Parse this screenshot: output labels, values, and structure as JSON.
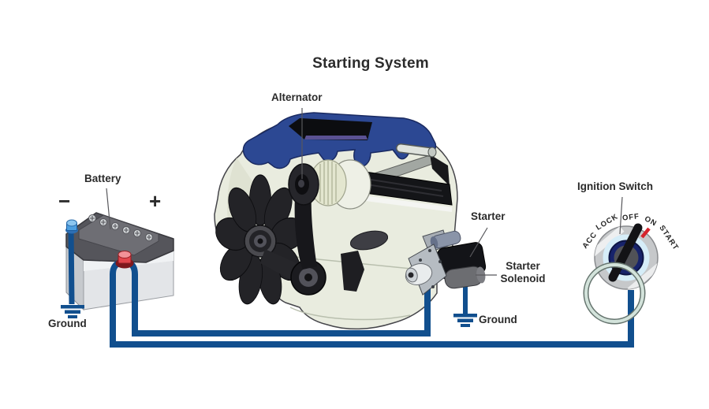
{
  "title": "Starting System",
  "labels": {
    "alternator": "Alternator",
    "battery": "Battery",
    "battery_negative_sign": "−",
    "battery_positive_sign": "+",
    "battery_ground": "Ground",
    "starter": "Starter",
    "starter_solenoid_line1": "Starter",
    "starter_solenoid_line2": "Solenoid",
    "starter_ground": "Ground",
    "ignition_switch": "Ignition Switch"
  },
  "ignition": {
    "positions": [
      "ACC",
      "LOCK",
      "OFF",
      "ON",
      "START"
    ],
    "pointer_mark_color": "#d6232b"
  },
  "colors": {
    "wire": "#114f8e",
    "ground_symbol": "#114f8e",
    "battery_positive_terminal": "#e2454c",
    "battery_negative_terminal": "#4d9fe0",
    "engine_valve_cover": "#2c4893",
    "engine_block": "#e9ecdf",
    "label_text": "#2b2b2b",
    "background": "#ffffff"
  }
}
